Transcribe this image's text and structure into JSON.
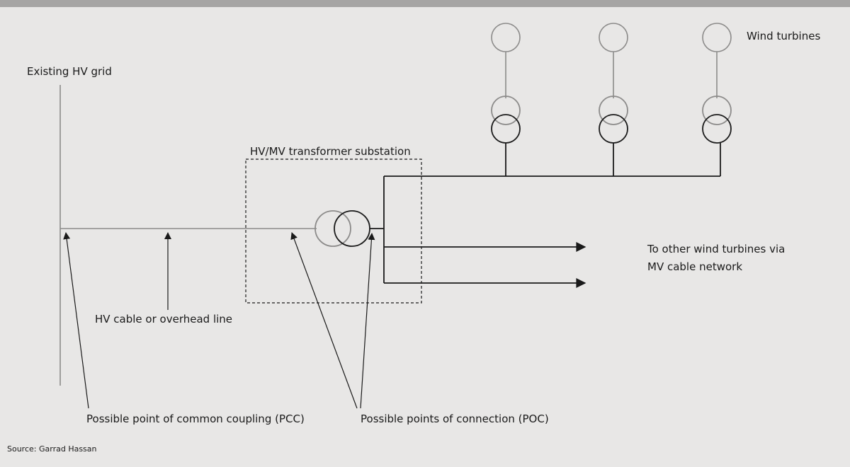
{
  "labels": {
    "existing_grid": "Existing HV grid",
    "wind_turbines": "Wind turbines",
    "substation": "HV/MV transformer substation",
    "hv_line": "HV cable or overhead line",
    "other_turbines_line1": "To other wind turbines via",
    "other_turbines_line2": "MV cable network",
    "pcc": "Possible point of common coupling (PCC)",
    "poc": "Possible points of connection (POC)",
    "source": "Source: Garrad Hassan"
  },
  "colors": {
    "background": "#e8e7e6",
    "top_bar": "#a6a5a4",
    "hv_line": "#8c8b8a",
    "mv_line": "#1a1a1a"
  }
}
